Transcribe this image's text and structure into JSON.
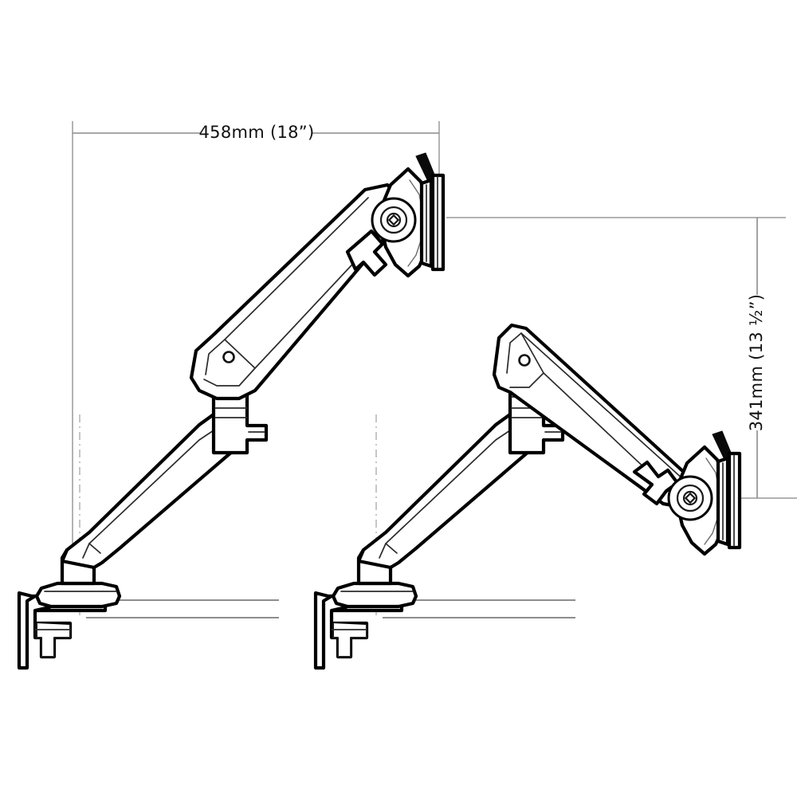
{
  "drawing": {
    "title": "Monitor arm side elevation — two height positions",
    "background_color": "#ffffff",
    "line_color": "#000000",
    "dimension_line_color": "#8a8a8a",
    "text_color": "#111111"
  },
  "dimensions": {
    "horizontal": {
      "label": "458mm  (18”)",
      "value_mm": 458,
      "value_in": "18”",
      "orientation": "horizontal",
      "position": "top"
    },
    "vertical": {
      "label": "341mm  (13 ½”)",
      "value_mm": 341,
      "value_in": "13 ½”",
      "orientation": "vertical",
      "position": "right"
    }
  },
  "assemblies": [
    {
      "name": "left-assembly",
      "position_label": "raised",
      "parts": [
        "vesa-mount-plate",
        "tilter-head",
        "pivot-hub",
        "tension-handle",
        "upper-arm",
        "elbow-joint",
        "lower-arm",
        "post",
        "base-disc",
        "desk-clamp"
      ]
    },
    {
      "name": "right-assembly",
      "position_label": "lowered",
      "parts": [
        "vesa-mount-plate",
        "tilter-head",
        "pivot-hub",
        "tension-handle",
        "upper-arm",
        "elbow-joint",
        "lower-arm",
        "post",
        "base-disc",
        "desk-clamp"
      ]
    }
  ]
}
